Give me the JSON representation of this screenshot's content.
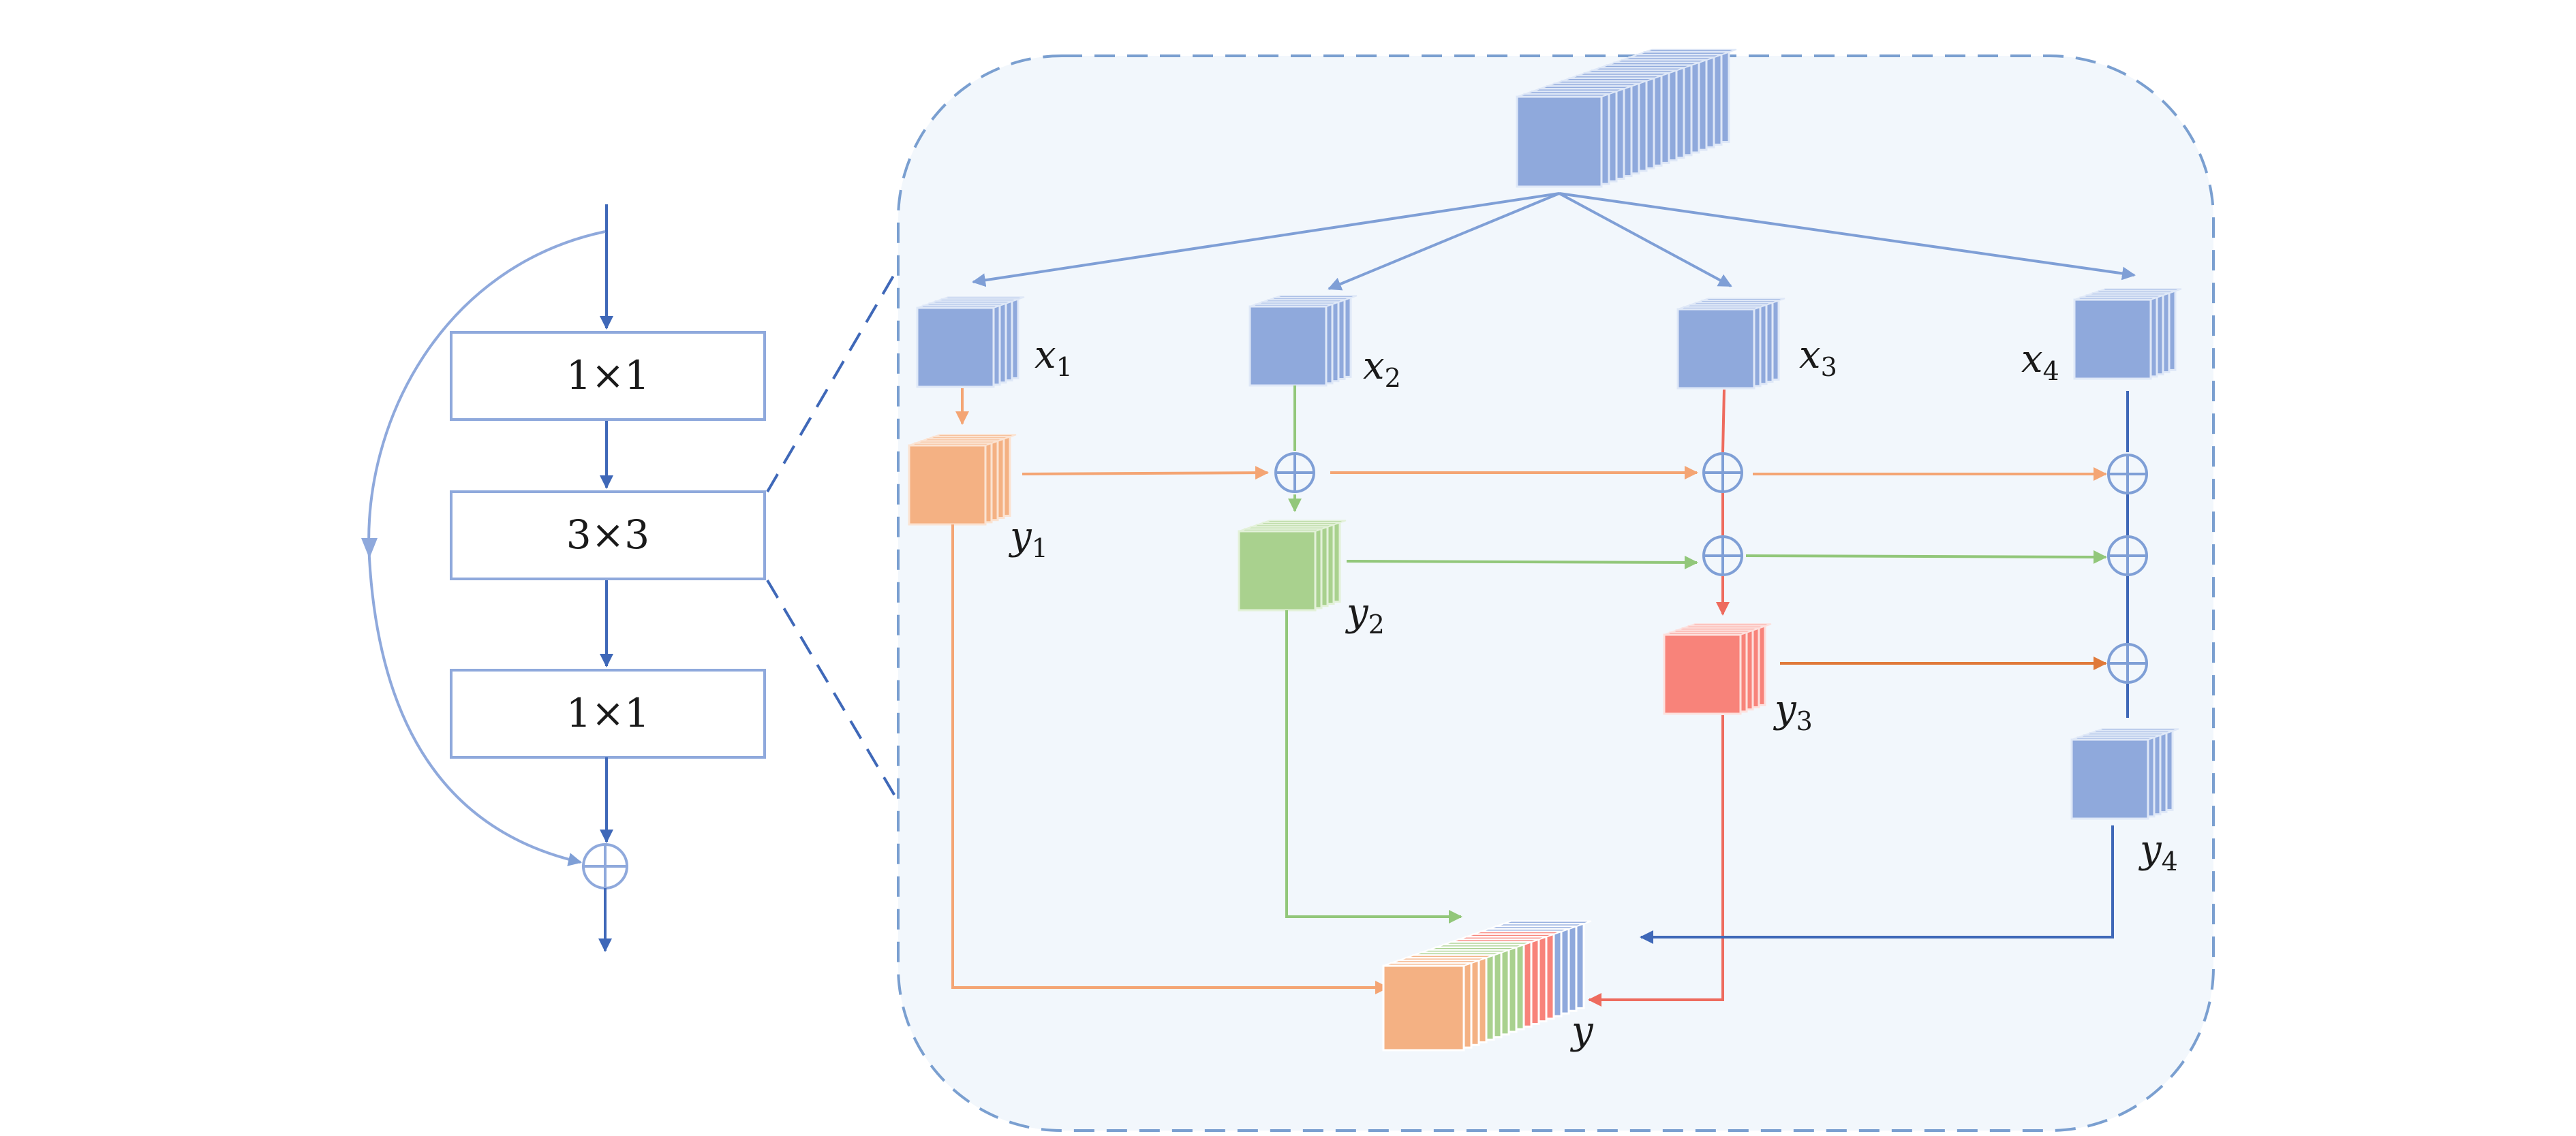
{
  "colors": {
    "blue": "#8fa9dc",
    "blue_dark": "#3f68b8",
    "orange": "#f4b183",
    "green": "#a9d18e",
    "red": "#f8837a",
    "panel_fill": "#f2f7fc",
    "panel_stroke": "#7a9fd0"
  },
  "bottleneck": {
    "conv1": "1×1",
    "conv2": "3×3",
    "conv3": "1×1"
  },
  "splits": [
    {
      "base": "x",
      "sub": "1"
    },
    {
      "base": "x",
      "sub": "2"
    },
    {
      "base": "x",
      "sub": "3"
    },
    {
      "base": "x",
      "sub": "4"
    }
  ],
  "outputs": [
    {
      "base": "y",
      "sub": "1"
    },
    {
      "base": "y",
      "sub": "2"
    },
    {
      "base": "y",
      "sub": "3"
    },
    {
      "base": "y",
      "sub": "4"
    }
  ],
  "concat_output": "y"
}
